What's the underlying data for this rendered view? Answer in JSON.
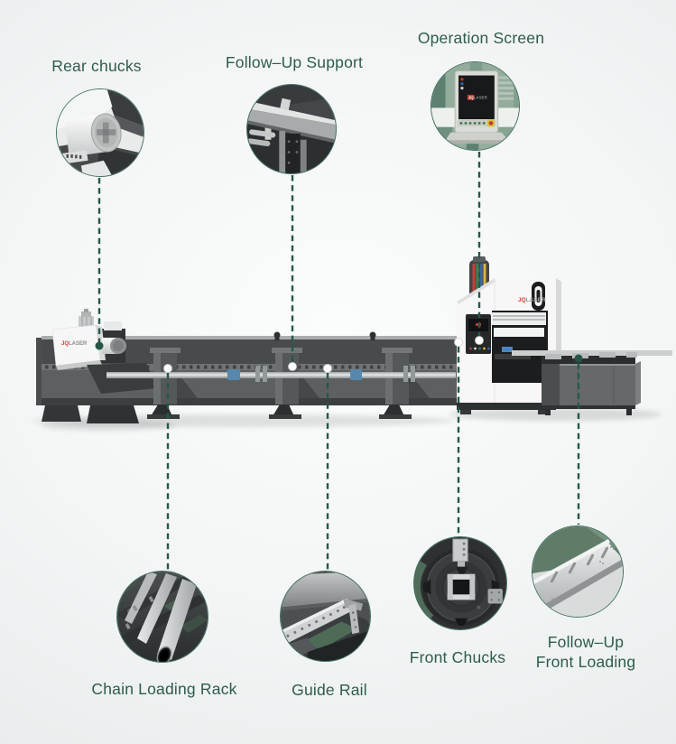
{
  "diagram_title": "Tube laser cutting machine feature callouts",
  "colors": {
    "label_text": "#2e5c4b",
    "connector_line": "#24584a",
    "circle_ring": "#447062",
    "dot_green": "#265547",
    "dot_white": "#ffffff",
    "brand_red": "#d33a2f",
    "sage_green": "#93ac9c"
  },
  "callouts": {
    "rear_chucks": {
      "label": "Rear chucks"
    },
    "follow_up_support": {
      "label": "Follow–Up Support"
    },
    "operation_screen": {
      "label": "Operation Screen"
    },
    "chain_loading_rack": {
      "label": "Chain Loading Rack"
    },
    "guide_rail": {
      "label": "Guide Rail"
    },
    "front_chucks": {
      "label": "Front Chucks"
    },
    "follow_up_front_loading": {
      "line1": "Follow–Up",
      "line2": "Front Loading"
    }
  },
  "machine": {
    "brand_jq": "JQ",
    "brand_laser": "LASER"
  }
}
